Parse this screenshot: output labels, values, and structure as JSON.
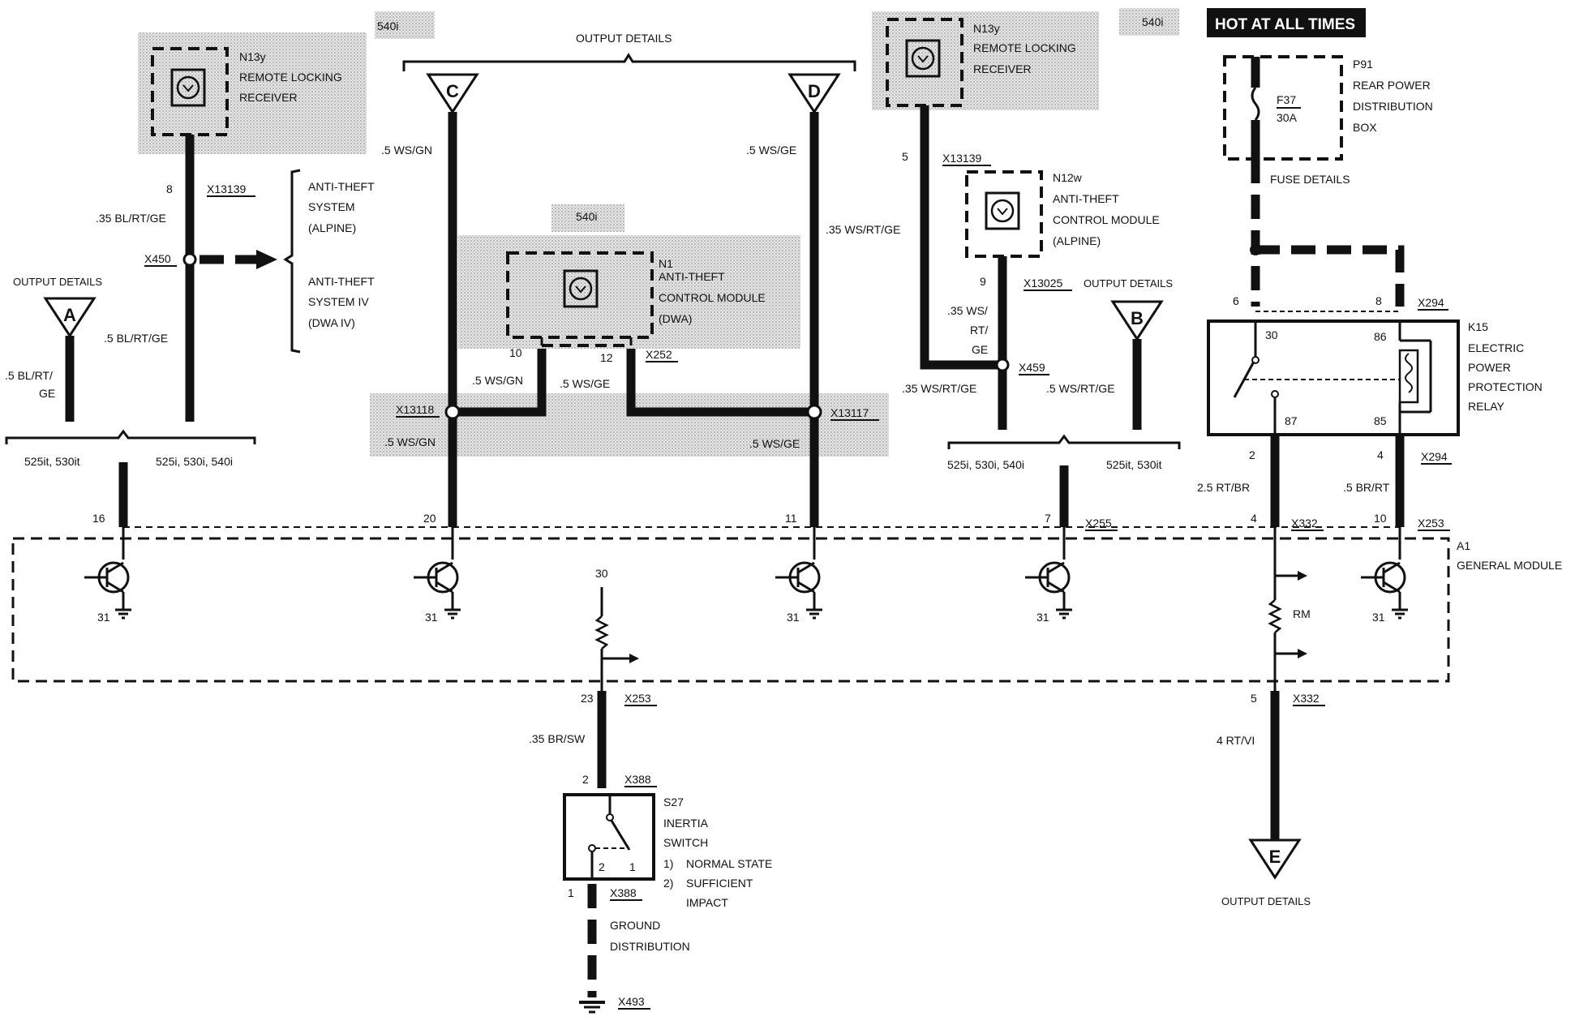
{
  "hot_label": "HOT AT ALL TIMES",
  "variants": {
    "v540_a": "540i",
    "v540_b": "540i",
    "v540_c": "540i"
  },
  "output_details": {
    "top": "OUTPUT DETAILS",
    "left": "OUTPUT DETAILS",
    "right": "OUTPUT DETAILS",
    "bottom": "OUTPUT DETAILS",
    "fuse": "FUSE DETAILS"
  },
  "connectors": {
    "A": "A",
    "B": "B",
    "C": "C",
    "D": "D",
    "E": "E"
  },
  "components": {
    "n13y_left": {
      "code": "N13y",
      "line1": "REMOTE LOCKING",
      "line2": "RECEIVER"
    },
    "n13y_right": {
      "code": "N13y",
      "line1": "REMOTE LOCKING",
      "line2": "RECEIVER"
    },
    "n1": {
      "code": "N1",
      "line1": "ANTI-THEFT",
      "line2": "CONTROL MODULE",
      "line3": "(DWA)"
    },
    "n12w": {
      "code": "N12w",
      "line1": "ANTI-THEFT",
      "line2": "CONTROL MODULE",
      "line3": "(ALPINE)"
    },
    "p91": {
      "code": "P91",
      "line1": "REAR POWER",
      "line2": "DISTRIBUTION",
      "line3": "BOX",
      "fuse": "F37",
      "amps": "30A"
    },
    "k15": {
      "code": "K15",
      "line1": "ELECTRIC",
      "line2": "POWER",
      "line3": "PROTECTION",
      "line4": "RELAY",
      "pin30": "30",
      "pin86": "86",
      "pin87": "87",
      "pin85": "85"
    },
    "a1": {
      "code": "A1",
      "line1": "GENERAL MODULE",
      "rm": "RM",
      "pin30": "30"
    },
    "s27": {
      "code": "S27",
      "line1": "INERTIA",
      "line2": "SWITCH",
      "state1_num": "1)",
      "state1": "NORMAL STATE",
      "state2_num": "2)",
      "state2a": "SUFFICIENT",
      "state2b": "IMPACT",
      "pin2": "2",
      "pin1": "1"
    },
    "ground": {
      "line1": "GROUND",
      "line2": "DISTRIBUTION"
    }
  },
  "brace_notes": {
    "alpine1": "ANTI-THEFT",
    "alpine2": "SYSTEM",
    "alpine3": "(ALPINE)",
    "dwa1": "ANTI-THEFT",
    "dwa2": "SYSTEM IV",
    "dwa3": "(DWA IV)"
  },
  "wires": {
    "w1": ".35 BL/RT/GE",
    "w2": ".5 BL/RT/GE",
    "w3a": ".5 BL/RT/",
    "w3b": "GE",
    "w4": ".5 WS/GN",
    "w5": ".5 WS/GE",
    "w6": ".35 WS/RT/GE",
    "w7": ".5 WS/GN",
    "w8": ".5 WS/GE",
    "w9": ".5 WS/GN",
    "w10": ".5 WS/GE",
    "w11a": ".35 WS/",
    "w11b": "RT/",
    "w11c": "GE",
    "w12": ".35 WS/RT/GE",
    "w13": ".5 WS/RT/GE",
    "w14": "2.5  RT/BR",
    "w15": ".5 BR/RT",
    "w16": "4 RT/VI",
    "w17": ".35 BR/SW"
  },
  "connector_ids": {
    "x13139_l": "X13139",
    "x13139_r": "X13139",
    "x450": "X450",
    "x252": "X252",
    "x13118": "X13118",
    "x13117": "X13117",
    "x13025": "X13025",
    "x459": "X459",
    "x294_a": "X294",
    "x294_b": "X294",
    "x255": "X255",
    "x332_a": "X332",
    "x332_b": "X332",
    "x253_a": "X253",
    "x253_b": "X253",
    "x388_a": "X388",
    "x388_b": "X388",
    "x493": "X493"
  },
  "pins": {
    "p8": "8",
    "p5": "5",
    "p10": "10",
    "p12": "12",
    "p9": "9",
    "p6": "6",
    "p8b": "8",
    "p16": "16",
    "p20": "20",
    "p11": "11",
    "p7": "7",
    "p4": "4",
    "p10b": "10",
    "p2": "2",
    "p4b": "4",
    "p5b": "5",
    "p23": "23",
    "p2b": "2",
    "p1": "1"
  },
  "grounds": {
    "g1": "31",
    "g2": "31",
    "g3": "31",
    "g4": "31",
    "g5": "31"
  },
  "models": {
    "m1": "525it, 530it",
    "m2": "525i, 530i, 540i",
    "m3": "525i, 530i, 540i",
    "m4": "525it, 530it"
  }
}
